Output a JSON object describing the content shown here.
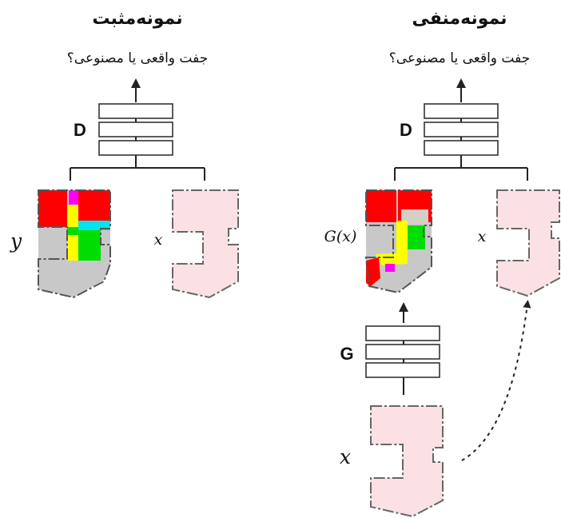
{
  "panels": {
    "positive": {
      "title": "نمونه‌مثبت",
      "question": "جفت واقعی یا مصنوعی؟",
      "discriminator_label": "D",
      "condition_label": "x",
      "sample_label": "y"
    },
    "negative": {
      "title": "نمونه‌منفی",
      "question": "جفت واقعی یا مصنوعی؟",
      "discriminator_label": "D",
      "generator_label": "G",
      "condition_label": "x",
      "generated_label": "G(x)",
      "input_label": "x"
    }
  },
  "colors": {
    "outline_fill": "#fbe1e3",
    "room_red": "#ff0000",
    "room_magenta": "#ff00ff",
    "room_yellow": "#ffff00",
    "room_green": "#00dd00",
    "room_cyan": "#00e5ee",
    "room_gray": "#c8c8c8"
  }
}
